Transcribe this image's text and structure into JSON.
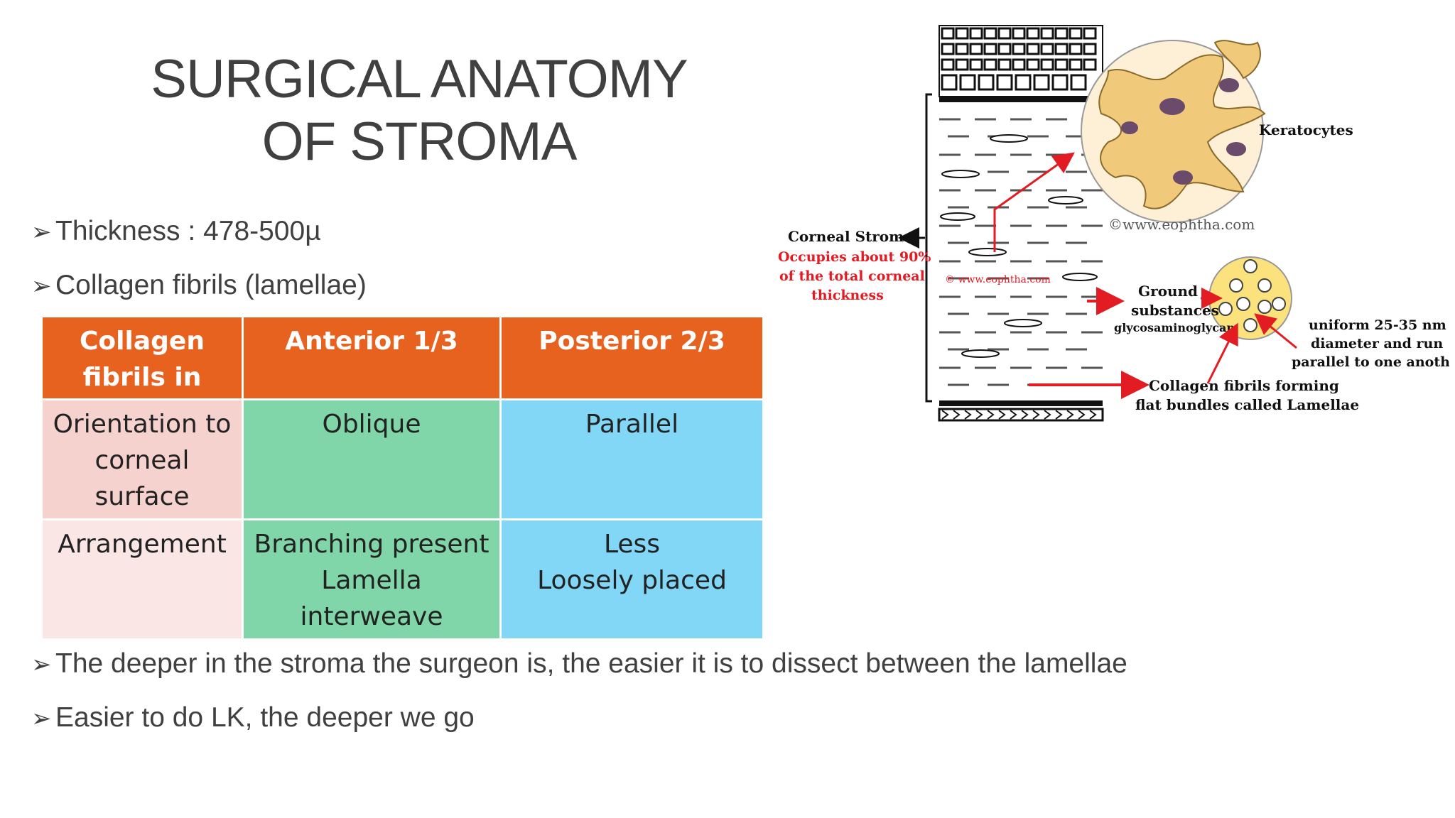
{
  "title": {
    "line1": "SURGICAL ANATOMY",
    "line2": "OF STROMA"
  },
  "bullets": {
    "thickness": "Thickness : 478-500µ",
    "fibrils": "Collagen fibrils (lamellae)",
    "deeper": "The deeper in the stroma the surgeon is, the easier it is to dissect between the lamellae",
    "lk": "Easier to do LK, the deeper we go"
  },
  "table": {
    "headers": [
      "Collagen fibrils in",
      "Anterior 1/3",
      "Posterior 2/3"
    ],
    "rows": [
      {
        "label": "Orientation to corneal surface",
        "anterior": "Oblique",
        "posterior": "Parallel"
      },
      {
        "label": "Arrangement",
        "anterior": [
          "Branching present",
          "Lamella",
          "interweave"
        ],
        "posterior": [
          "Less",
          "Loosely placed"
        ]
      }
    ]
  },
  "diagram": {
    "keratocytes": "Keratocytes",
    "watermark1": "©www.eophtha.com",
    "watermark2": "© www.eophtha.com",
    "corneal_stroma": "Corneal Stroma",
    "occupies": [
      "Occupies about 90%",
      "of the total corneal",
      "thickness"
    ],
    "ground": [
      "Ground",
      "substances"
    ],
    "glycos": "glycosaminoglycan",
    "uniform": [
      "uniform 25-35 nm",
      "diameter and run",
      "parallel to one another"
    ],
    "collagen": [
      "Collagen fibrils forming",
      "flat bundles called Lamellae"
    ]
  },
  "colors": {
    "header": "#e8621f",
    "row1_label": "#f6d2cf",
    "row2_label": "#fbe6e6",
    "anterior": "#80d6a8",
    "posterior": "#82d6f6",
    "text": "#404040",
    "diagram_red": "#e31b23"
  },
  "icons": {
    "bullet": "arrowhead-bullet-icon"
  }
}
